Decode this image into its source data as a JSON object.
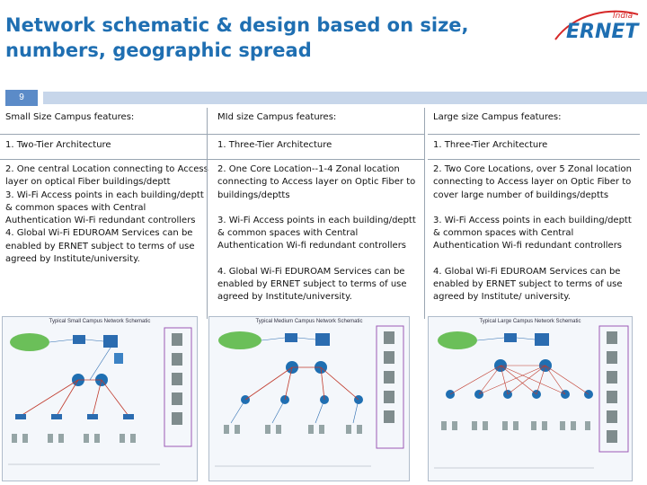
{
  "title": "Network schematic & design  based on size, numbers, geographic spread",
  "logo": {
    "brand": "ERNET",
    "sub": "India"
  },
  "slide_number": "9",
  "columns": [
    {
      "header": "Small  Size Campus features:",
      "point1": "1. Two-Tier Architecture",
      "point2": "2. One central Location connecting to Access layer on  optical Fiber buildings/deptt",
      "point3": "3. Wi-Fi Access points in each building/deptt & common spaces with Central Authentication Wi-Fi redundant controllers",
      "point4": "4. Global Wi-Fi EDUROAM Services can be enabled by ERNET subject to terms of use agreed by Institute/university.",
      "schematic_title": "Typical Small Campus Network Schematic"
    },
    {
      "header": "MId size Campus features:",
      "point1": "1. Three-Tier Architecture",
      "point2": "2. One Core Location--1-4 Zonal location connecting to Access layer on Optic Fiber to buildings/deptts",
      "point3": "3. Wi-Fi Access points in each building/deptt & common spaces with Central Authentication Wi-fi redundant controllers",
      "point4": "4. Global Wi-Fi EDUROAM Services can be enabled by ERNET subject to terms of use agreed by Institute/university.",
      "schematic_title": "Typical Medium Campus Network Schematic"
    },
    {
      "header": "Large size Campus features:",
      "point1": "1. Three-Tier Architecture",
      "point2": "2. Two Core Locations,  over 5 Zonal location connecting to Access layer on Optic Fiber to cover large number of  buildings/deptts",
      "point3": "3. Wi-Fi Access points in each building/deptt & common spaces with Central Authentication Wi-fi redundant controllers",
      "point4": "4. Global Wi-Fi EDUROAM Services can be enabled by ERNET subject to terms of use agreed by Institute/ university.",
      "schematic_title": "Typical Large Campus Network Schematic"
    }
  ],
  "colors": {
    "title": "#1f6fb2",
    "accent_bar": "#5b8bc8",
    "strip": "#c7d6ea",
    "logo_red": "#d62828",
    "logo_blue": "#1f6fb2"
  }
}
